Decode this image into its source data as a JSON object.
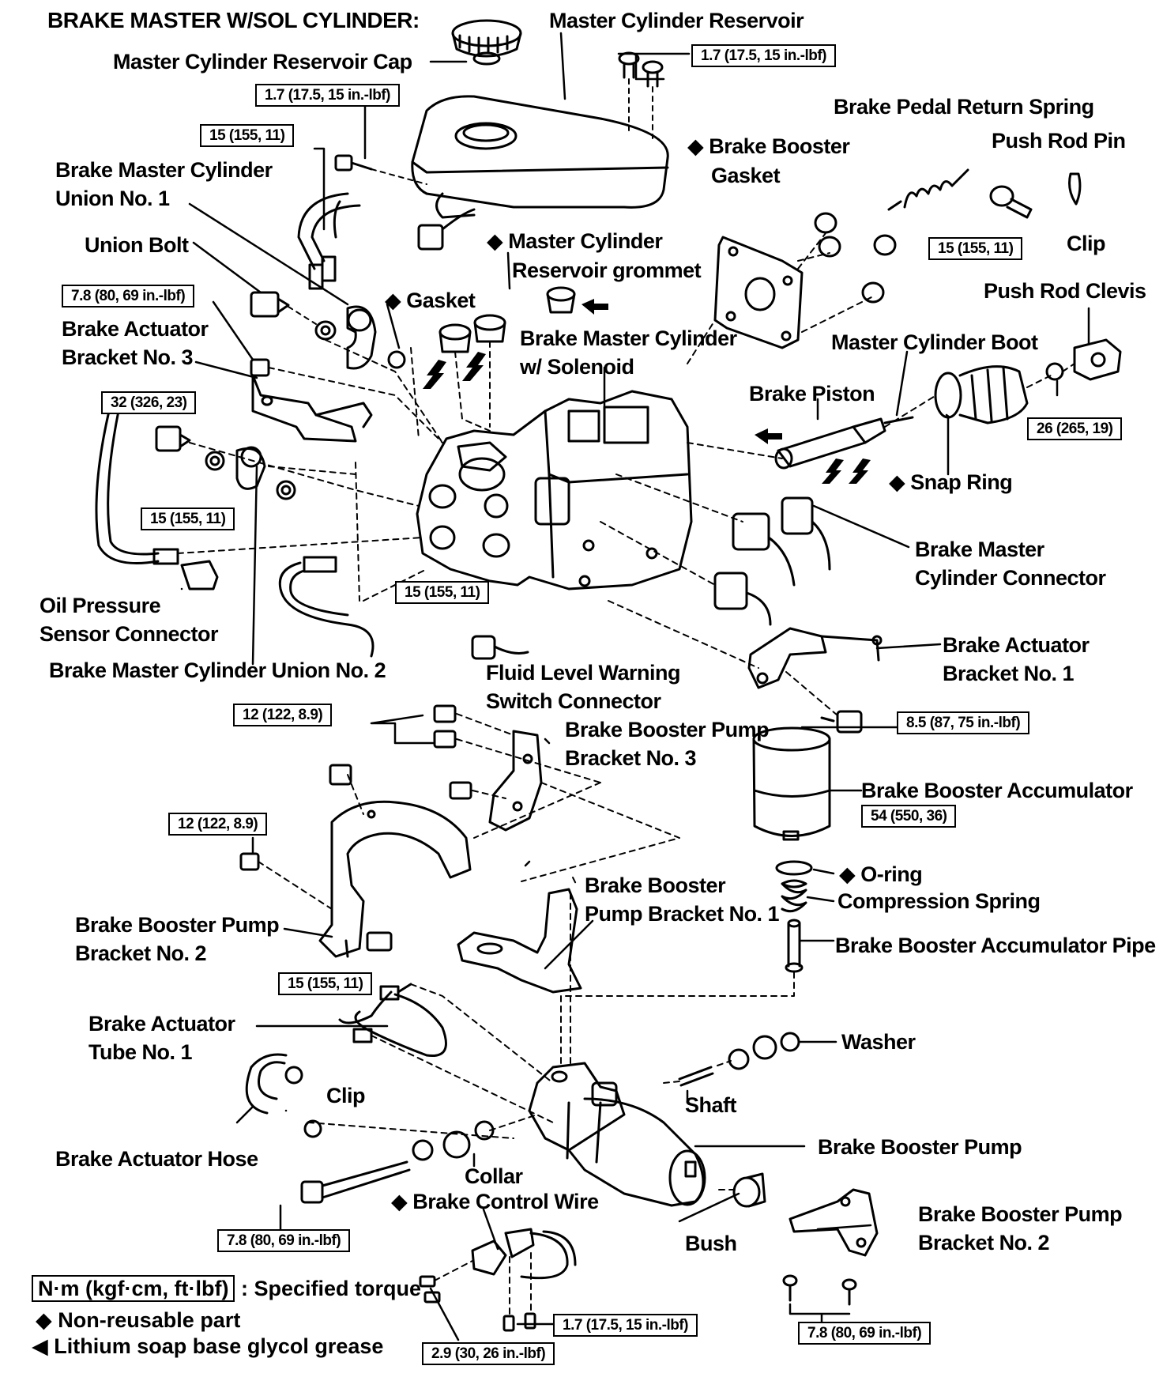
{
  "title": "BRAKE MASTER W/SOL CYLINDER:",
  "parts": {
    "reservoir": "Master Cylinder Reservoir",
    "reservoir_cap": "Master Cylinder Reservoir Cap",
    "pedal_return_spring": "Brake Pedal Return Spring",
    "push_rod_pin": "Push Rod Pin",
    "booster_gasket_1": "Brake Booster",
    "booster_gasket_2": "Gasket",
    "union1_1": "Brake Master Cylinder",
    "union1_2": "Union No. 1",
    "union_bolt": "Union Bolt",
    "grommet_1": "Master Cylinder",
    "grommet_2": "Reservoir grommet",
    "clip_top": "Clip",
    "gasket": "Gasket",
    "push_rod_clevis": "Push Rod Clevis",
    "bracket3_1": "Brake  Actuator",
    "bracket3_2": "Bracket No. 3",
    "bmc_sol_1": "Brake Master Cylinder",
    "bmc_sol_2": "w/ Solenoid",
    "boot": "Master Cylinder Boot",
    "piston": "Brake Piston",
    "snap_ring": "Snap Ring",
    "bmc_conn_1": "Brake Master",
    "bmc_conn_2": "Cylinder Connector",
    "ops_1": "Oil Pressure",
    "ops_2": "Sensor Connector",
    "union2": "Brake Master Cylinder Union No. 2",
    "flw_1": "Fluid  Level  Warning",
    "flw_2": "Switch Connector",
    "bracket1_1": "Brake  Actuator",
    "bracket1_2": "Bracket No. 1",
    "bbp_bracket3_1": "Brake Booster Pump",
    "bbp_bracket3_2": "Bracket No. 3",
    "accumulator": "Brake Booster Accumulator",
    "oring": "O-ring",
    "comp_spring": "Compression Spring",
    "acc_pipe": "Brake Booster Accumulator Pipe",
    "bbp_bracket1_1": "Brake Booster",
    "bbp_bracket1_2": "Pump Bracket No. 1",
    "bbp_bracket2l_1": "Brake Booster Pump",
    "bbp_bracket2l_2": "Bracket No. 2",
    "tube1_1": "Brake  Actuator",
    "tube1_2": "Tube No. 1",
    "washer": "Washer",
    "clip_bottom": "Clip",
    "shaft": "Shaft",
    "hose": "Brake Actuator Hose",
    "pump": "Brake Booster Pump",
    "collar": "Collar",
    "control_wire": "Brake Control Wire",
    "bush": "Bush",
    "bbp_bracket2r_1": "Brake  Booster  Pump",
    "bbp_bracket2r_2": "Bracket No. 2"
  },
  "torques": {
    "t_res_screw": "1.7 (17.5, 15 in.-lbf)",
    "t_res_bolt": "1.7 (17.5, 15 in.-lbf)",
    "t_union1": "15 (155, 11)",
    "t_booster_nuts": "15 (155, 11)",
    "t_bracket3": "7.8 (80, 69 in.-lbf)",
    "t_ops": "32 (326, 23)",
    "t_clevis": "26 (265, 19)",
    "t_union2": "15 (155, 11)",
    "t_pipe": "15 (155, 11)",
    "t_bracket1": "8.5 (87, 75 in.-lbf)",
    "t_bbp3": "12 (122, 8.9)",
    "t_accumulator": "54 (550, 36)",
    "t_bbp2": "12 (122, 8.9)",
    "t_tube1": "15 (155, 11)",
    "t_pump_bolt": "7.8 (80, 69 in.-lbf)",
    "t_wire_top": "1.7 (17.5, 15 in.-lbf)",
    "t_wire_bottom": "2.9 (30, 26 in.-lbf)",
    "t_bracket2r": "7.8 (80, 69 in.-lbf)"
  },
  "legend": {
    "unit": "N·m (kgf·cm, ft·lbf)",
    "specified": ": Specified torque",
    "non_reusable": "Non-reusable part",
    "grease": "Lithium soap base glycol grease"
  }
}
